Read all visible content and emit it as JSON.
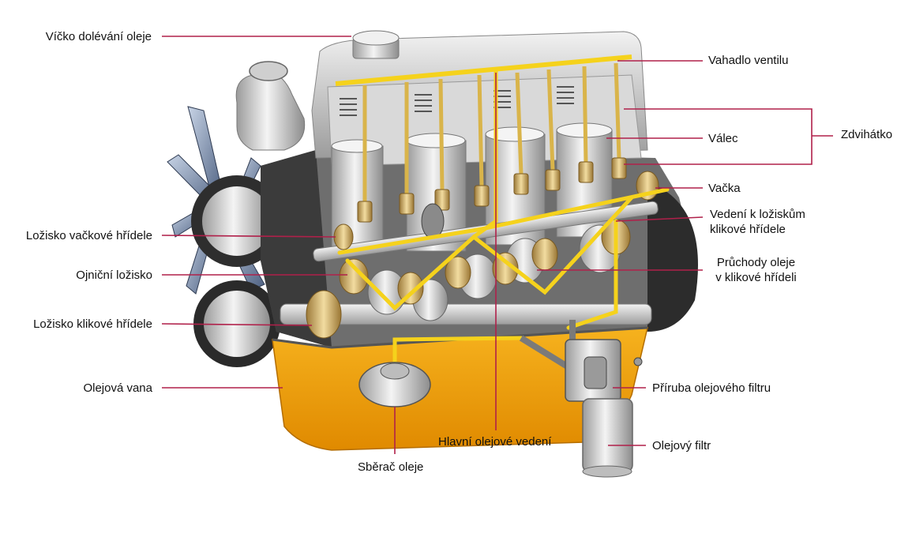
{
  "labels": {
    "oil_filler_cap": "Víčko dolévání oleje",
    "rocker_arm": "Vahadlo ventilu",
    "pushrod": "Zdvihátko",
    "cylinder": "Válec",
    "cam": "Vačka",
    "main_bearing_gallery": [
      "Vedení k ložiskům",
      "klikové hřídele"
    ],
    "camshaft_bearing": "Ložisko vačkové hřídele",
    "crankshaft_oil_passages": [
      "Průchody oleje",
      "v klikové hřídeli"
    ],
    "conrod_bearing": "Ojniční ložisko",
    "crankshaft_bearing": "Ložisko klikové hřídele",
    "oil_pan": "Olejová vana",
    "filter_flange": "Příruba olejového filtru",
    "main_gallery": "Hlavní olejové vedení",
    "oil_filter": "Olejový filtr",
    "oil_pickup": "Sběrač oleje"
  },
  "colors": {
    "leader": "#b0204a",
    "oil": "#f2a20a",
    "oil_line": "#f5d21c",
    "metal_dark": "#3a3a3a",
    "metal_light": "#e6e6e6"
  }
}
